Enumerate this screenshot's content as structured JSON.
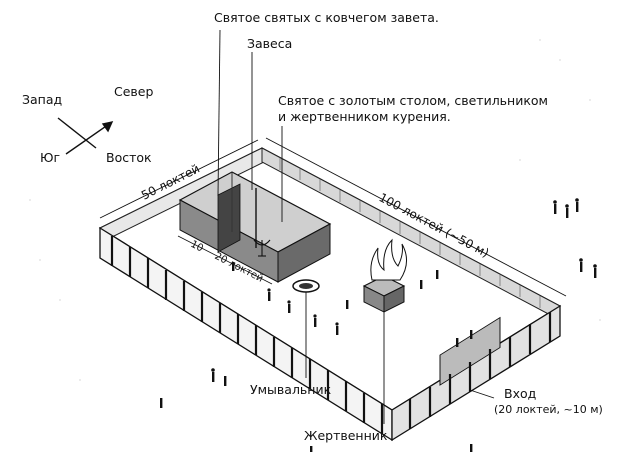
{
  "labels": {
    "holy_of_holies": "Святое святых с ковчегом завета.",
    "veil": "Завеса",
    "holy_place_line1": "Святое с золотым столом, светильником",
    "holy_place_line2": "и жертвенником курения.",
    "laver": "Умывальник",
    "altar": "Жертвенник",
    "entrance_line1": "Вход",
    "entrance_line2": "(20 локтей, ~10 м)"
  },
  "compass": {
    "west": "Запад",
    "north": "Север",
    "south": "Юг",
    "east": "Восток"
  },
  "dimensions": {
    "width": "50 локтей",
    "length": "100 локтей (~50 м)",
    "tabernacle_10": "10",
    "tabernacle_20": "20 локтей"
  }
}
